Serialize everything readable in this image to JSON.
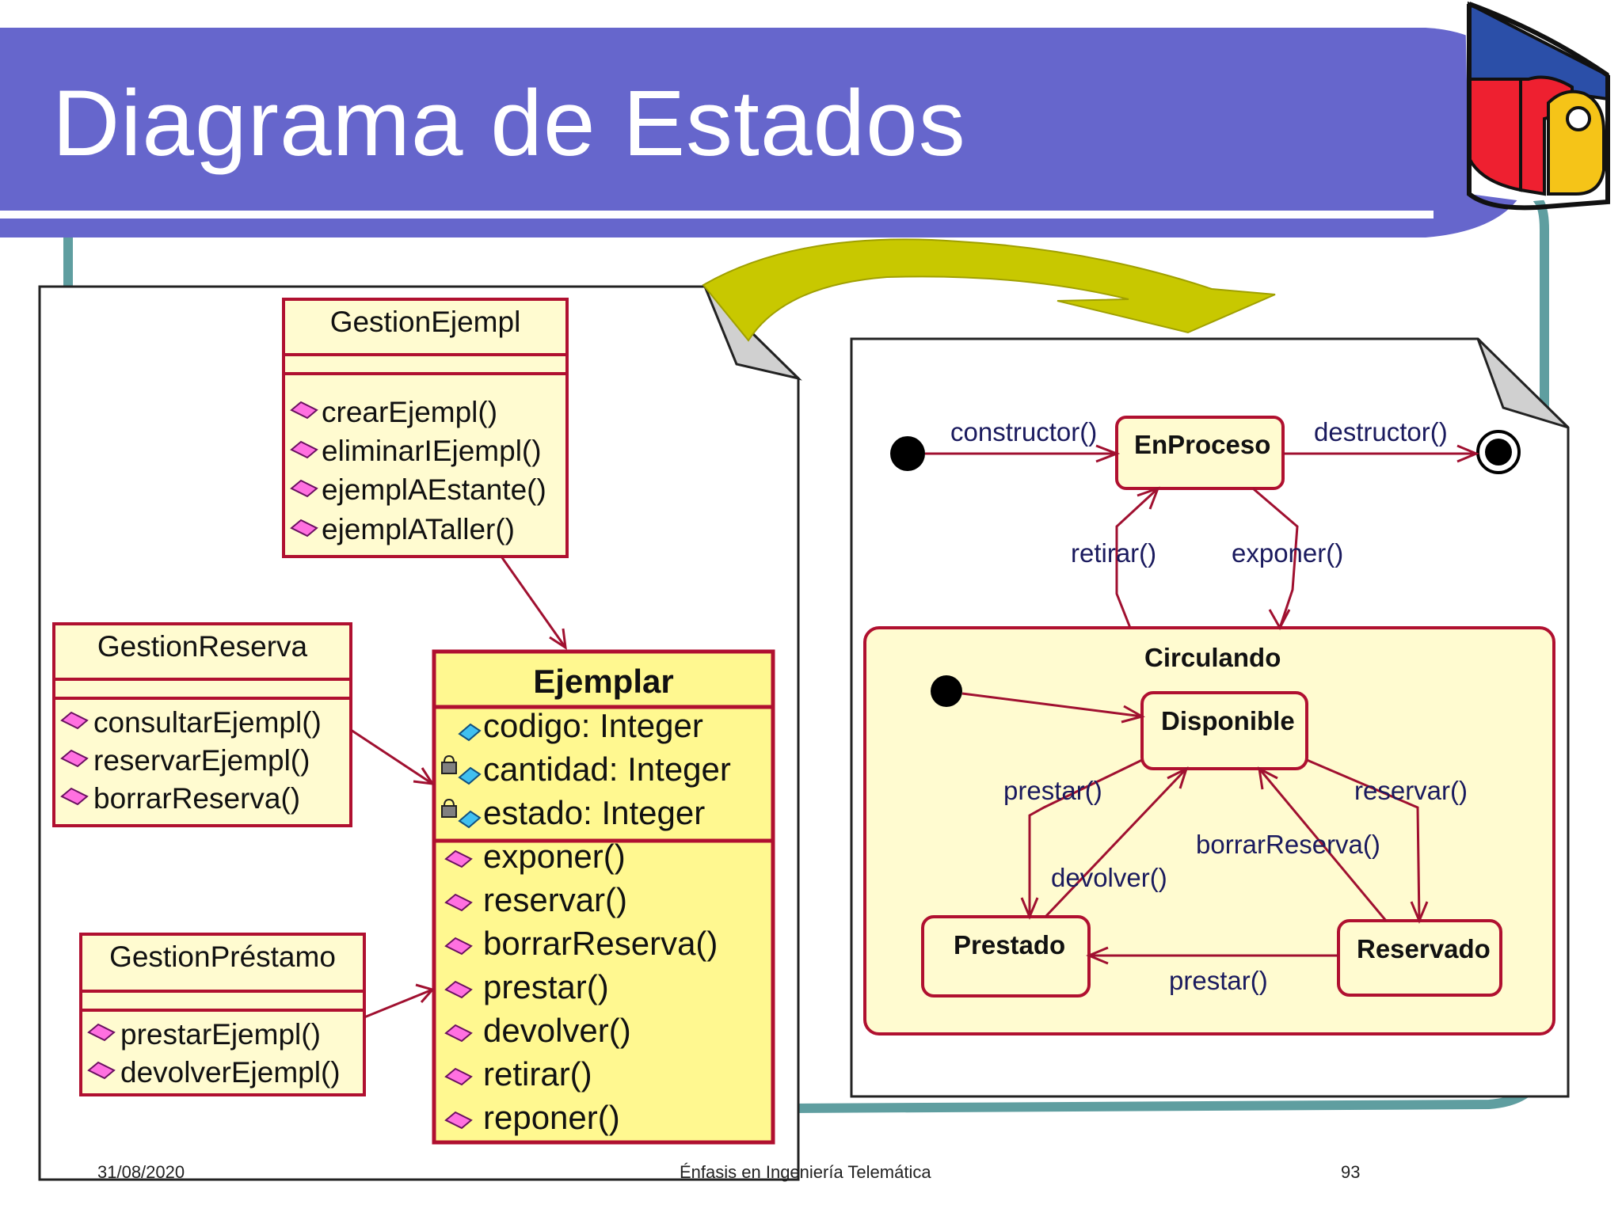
{
  "slide": {
    "title": "Diagrama de Estados",
    "footer": {
      "date": "31/08/2020",
      "center": "Énfasis en Ingeniería Telemática",
      "page": "93"
    }
  },
  "class_diagram": {
    "gestion_ejempl": {
      "name": "GestionEjempl",
      "operations": [
        "crearEjempl()",
        "eliminarIEjempl()",
        "ejemplAEstante()",
        "ejemplATaller()"
      ]
    },
    "gestion_reserva": {
      "name": "GestionReserva",
      "operations": [
        "consultarEjempl()",
        "reservarEjempl()",
        "borrarReserva()"
      ]
    },
    "gestion_prestamo": {
      "name": "GestionPréstamo",
      "operations": [
        "prestarEjempl()",
        "devolverEjempl()"
      ]
    },
    "ejemplar": {
      "name": "Ejemplar",
      "attributes": [
        "codigo: Integer",
        "cantidad: Integer",
        "estado: Integer"
      ],
      "operations": [
        "exponer()",
        "reservar()",
        "borrarReserva()",
        "prestar()",
        "devolver()",
        "retirar()",
        "reponer()"
      ]
    }
  },
  "state_diagram": {
    "states": {
      "en_proceso": "EnProceso",
      "circulando": "Circulando",
      "disponible": "Disponible",
      "prestado": "Prestado",
      "reservado": "Reservado"
    },
    "transitions": {
      "constructor": "constructor()",
      "destructor": "destructor()",
      "retirar": "retirar()",
      "exponer": "exponer()",
      "prestar_from_disponible": "prestar()",
      "reservar": "reservar()",
      "borrar_reserva": "borrarReserva()",
      "devolver": "devolver()",
      "prestar_from_reservado": "prestar()"
    }
  },
  "colors": {
    "banner": "#6666cc",
    "class_border": "#b01030",
    "class_fill": "#fffbd0",
    "ejemplar_fill": "#fff890",
    "state_fill": "#fffbd0",
    "arrow": "#a01030",
    "big_arrow": "#c8c800"
  }
}
